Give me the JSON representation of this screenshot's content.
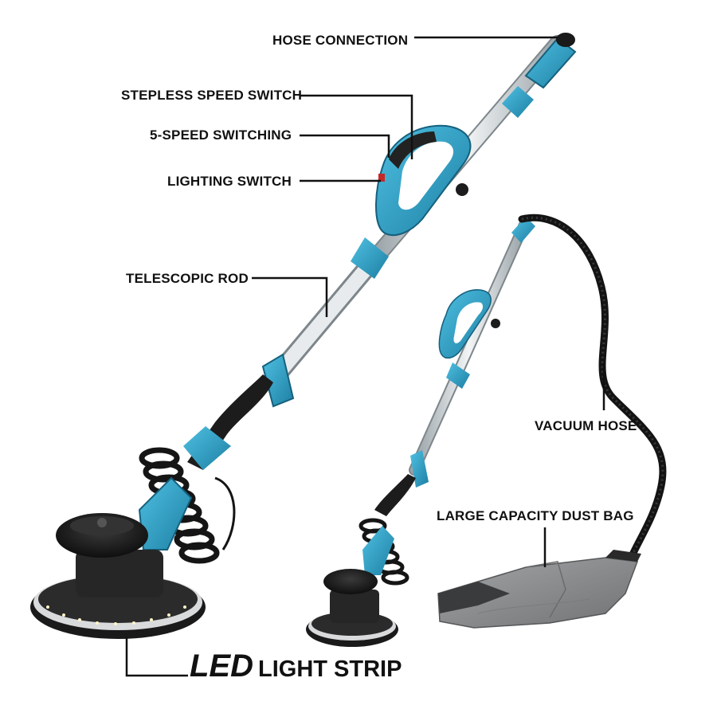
{
  "product_image": {
    "tool_color": "#2d9dc4",
    "tool_dark": "#1c1c1c",
    "shaft_color": "#d9dde0",
    "bag_color": "#8e8f91"
  },
  "callouts": {
    "hose_connection": "HOSE CONNECTION",
    "stepless_speed_switch": "STEPLESS SPEED SWITCH",
    "five_speed_switching": "5-SPEED SWITCHING",
    "lighting_switch": "LIGHTING SWITCH",
    "telescopic_rod": "TELESCOPIC ROD",
    "vacuum_hose": "VACUUM HOSE",
    "dust_bag": "LARGE CAPACITY DUST BAG",
    "led_big": "LED",
    "led_rest": "LIGHT STRIP"
  }
}
